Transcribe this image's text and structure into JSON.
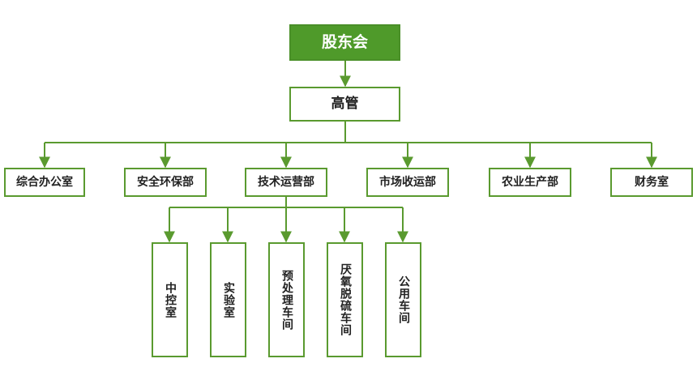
{
  "diagram": {
    "line_color": "#5a9a2f",
    "root_fill": "#4f9a2a",
    "root": {
      "label": "股东会"
    },
    "level1": {
      "label": "高管"
    },
    "departments": [
      {
        "label": "综合办公室"
      },
      {
        "label": "安全环保部"
      },
      {
        "label": "技术运营部"
      },
      {
        "label": "市场收运部"
      },
      {
        "label": "农业生产部"
      },
      {
        "label": "财务室"
      }
    ],
    "units": [
      {
        "label": "中控室"
      },
      {
        "label": "实验室"
      },
      {
        "label": "预处理车间"
      },
      {
        "label": "厌氧脱硫车间"
      },
      {
        "label": "公用车间"
      }
    ]
  }
}
